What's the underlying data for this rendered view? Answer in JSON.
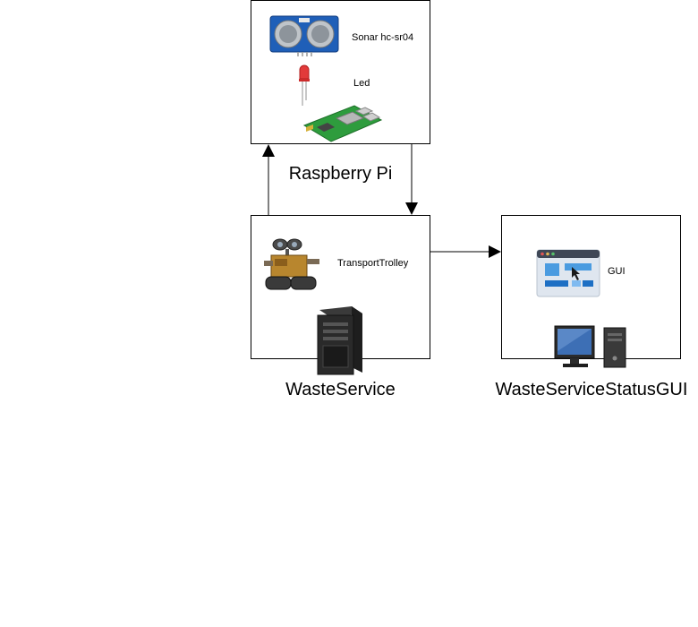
{
  "raspberry": {
    "caption": "Raspberry Pi",
    "sonar_label": "Sonar hc-sr04",
    "led_label": "Led"
  },
  "waste_service": {
    "caption": "WasteService",
    "trolley_label": "TransportTrolley"
  },
  "status_gui": {
    "caption": "WasteServiceStatusGUI",
    "gui_label": "GUI"
  },
  "icons": {
    "sonar": "ultrasonic-sensor-icon",
    "led": "led-icon",
    "board": "raspberry-pi-board-icon",
    "trolley": "robot-icon",
    "server": "server-tower-icon",
    "gui": "app-window-icon",
    "desktop": "desktop-computer-icon"
  }
}
